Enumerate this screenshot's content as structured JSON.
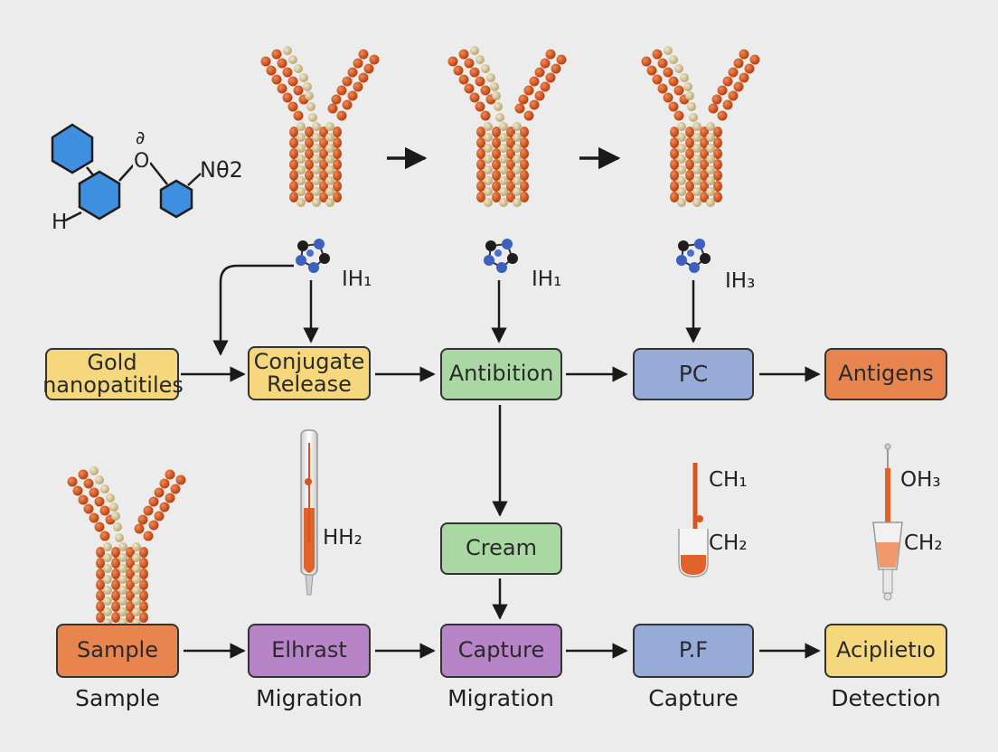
{
  "colors": {
    "background": "#ececec",
    "yellow": "#f5d77e",
    "green": "#a9d8a3",
    "blue": "#97abd9",
    "orange": "#e8854f",
    "purple": "#b684c7",
    "antibody_red": "#d9541e",
    "antibody_bead": "#d8c79a",
    "benzene": "#3f8fe0",
    "arrow": "#1a1a1a"
  },
  "molecule": {
    "substituent": "Nθ2",
    "h_label": "H",
    "oxygen": "O",
    "top_label": "∂"
  },
  "top_row": {
    "boxes": [
      {
        "id": "gold",
        "line1": "Gold",
        "line2": "nanopatitiles"
      },
      {
        "id": "conjugate",
        "line1": "Conjugate",
        "line2": "Release"
      },
      {
        "id": "antibition",
        "line1": "Antibition",
        "line2": ""
      },
      {
        "id": "pc",
        "line1": "PC",
        "line2": ""
      },
      {
        "id": "antigens",
        "line1": "Antigens",
        "line2": ""
      }
    ],
    "cluster_labels": [
      "IH₁",
      "IH₁",
      "IH₃"
    ]
  },
  "middle": {
    "cream": "Cream",
    "tube_labels": {
      "hh2": "HH₂",
      "ch1": "CH₁",
      "ch2_a": "CH₂",
      "oh3": "OH₃",
      "ch2_b": "CH₂"
    }
  },
  "bottom_row": {
    "boxes": [
      {
        "id": "sample",
        "label": "Sample",
        "caption": "Sample"
      },
      {
        "id": "elhrast",
        "label": "Elhrast",
        "caption": "Migration"
      },
      {
        "id": "capture",
        "label": "Capture",
        "caption": "Migration"
      },
      {
        "id": "pf",
        "label": "P.F",
        "caption": "Capture"
      },
      {
        "id": "acipliet",
        "label": "Aciplietıo",
        "caption": "Detection"
      }
    ]
  }
}
